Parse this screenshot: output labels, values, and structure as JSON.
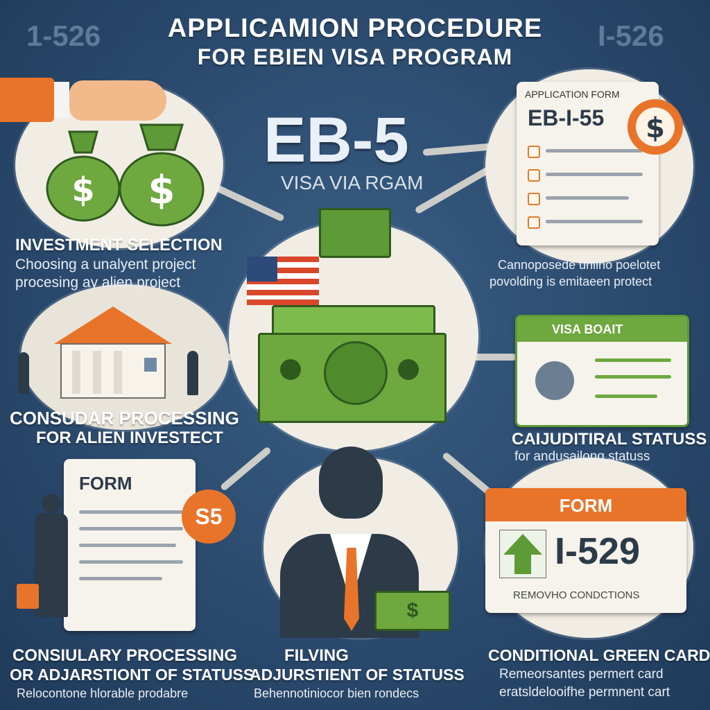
{
  "header": {
    "title_line1": "APPLICAMION PROCEDURE",
    "title_line2": "FOR EBIEN VISA PROGRAM",
    "corner_left": "1-526",
    "corner_right": "I-526"
  },
  "center": {
    "heading": "EB-5",
    "subheading": "VISA VIA RGAM"
  },
  "steps": {
    "investment": {
      "title": "INVESTMENT SELECTION",
      "line1": "Choosing a unalyent project",
      "line2": "procesing ay alien project"
    },
    "application_form": {
      "form_header": "APPLICATION FORM",
      "form_number": "EB-I-55",
      "line1": "Cannoposede unliho poelotet",
      "line2": "povolding is emitaeen protect"
    },
    "consular": {
      "title_line1": "CONSUDAR PROCESSING",
      "title_line2": "FOR ALIEN INVESTECT"
    },
    "visa_status": {
      "card_header": "VISA BOAIT",
      "title": "CAIJUDITIRAL STATUSS",
      "subtitle": "for andusailong statuss"
    },
    "form_s5": {
      "form_label": "FORM",
      "badge": "S5",
      "title_line1": "CONSIULARY PROCESSING",
      "title_line2": "OR ADJARSTIONT OF STATUSS",
      "subtitle": "Relocontone hlorable prodabre"
    },
    "filing": {
      "title_line1": "FILVING",
      "title_line2": "ADJURSTIENT OF STATUSS",
      "subtitle": "Behennotiniocor bien rondecs"
    },
    "green_card": {
      "form_label": "FORM",
      "form_number": "I-529",
      "card_footer": "REMOVHO CONDCTIONS",
      "title": "CONDITIONAL GREEN CARD",
      "subtitle_line1": "Remeorsantes permert card",
      "subtitle_line2": "eratsldelooifhe permnent cart"
    }
  },
  "icons": {
    "dollar_sign": "$",
    "money_bill_symbol": "$"
  },
  "colors": {
    "background": "#2b4a6e",
    "accent_orange": "#e8742a",
    "money_green": "#6ea83f",
    "panel": "#f1ede4"
  }
}
